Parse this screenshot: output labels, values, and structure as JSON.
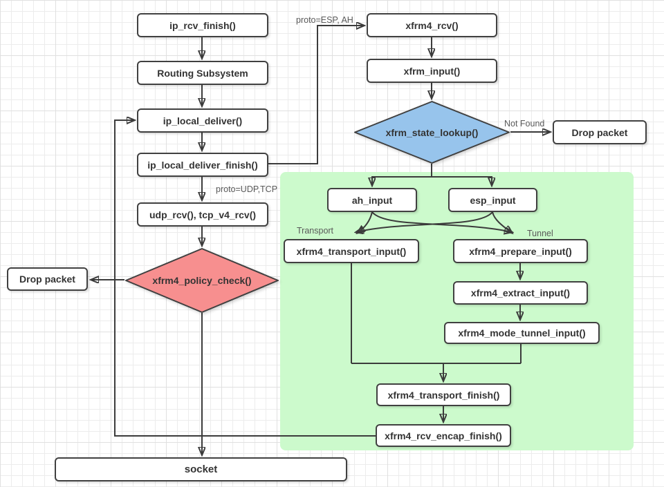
{
  "diagram": {
    "nodes": {
      "ip_rcv_finish": "ip_rcv_finish()",
      "routing_subsystem": "Routing Subsystem",
      "ip_local_deliver": "ip_local_deliver()",
      "ip_local_deliver_finish": "ip_local_deliver_finish()",
      "udp_tcp_rcv": "udp_rcv(), tcp_v4_rcv()",
      "xfrm4_policy_check": "xfrm4_policy_check()",
      "drop_packet_left": "Drop packet",
      "socket": "socket",
      "xfrm4_rcv": "xfrm4_rcv()",
      "xfrm_input": "xfrm_input()",
      "xfrm_state_lookup": "xfrm_state_lookup()",
      "drop_packet_right": "Drop packet",
      "ah_input": "ah_input",
      "esp_input": "esp_input",
      "xfrm4_transport_input": "xfrm4_transport_input()",
      "xfrm4_prepare_input": "xfrm4_prepare_input()",
      "xfrm4_extract_input": "xfrm4_extract_input()",
      "xfrm4_mode_tunnel_input": "xfrm4_mode_tunnel_input()",
      "xfrm4_transport_finish": "xfrm4_transport_finish()",
      "xfrm4_rcv_encap_finish": "xfrm4_rcv_encap_finish()"
    },
    "edge_labels": {
      "proto_esp_ah": "proto=ESP, AH",
      "proto_udp_tcp": "proto=UDP,TCP",
      "not_found": "Not Found",
      "transport": "Transport",
      "tunnel": "Tunnel"
    },
    "colors": {
      "decision_lookup_blue": "#97c4ec",
      "decision_policy_red": "#f78f8f",
      "xfrm_region_green": "#ccfacc",
      "node_border": "#404040",
      "connector_line": "#3b3b3b",
      "node_text": "#333333",
      "edge_label_text": "#595959"
    }
  }
}
